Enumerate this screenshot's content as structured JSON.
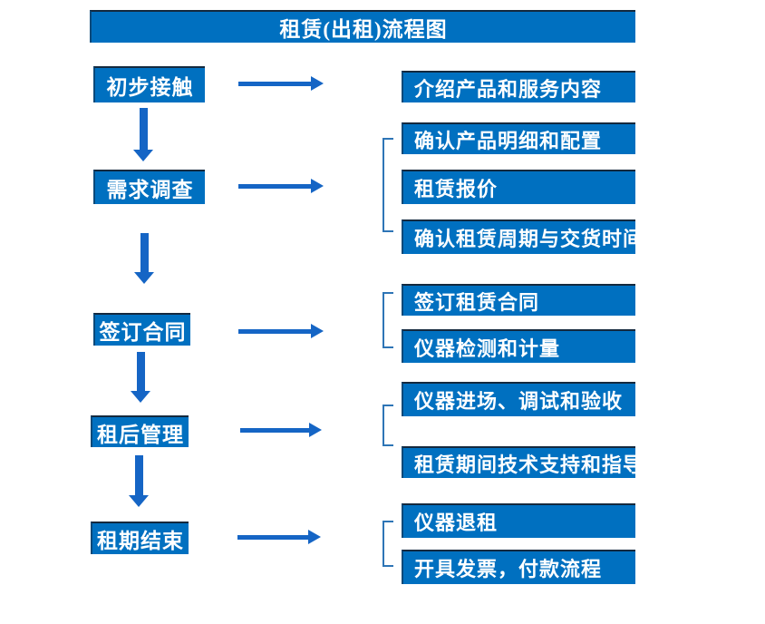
{
  "title": "租赁(出租)流程图",
  "colors": {
    "page_bg": "#FFFFFF",
    "box_fill": "#0070C0",
    "box_edge": "#14293E",
    "box_text": "#FFFFFF",
    "arrow": "#1565C5",
    "bracket": "#2E75B6"
  },
  "flow": {
    "rows": [
      {
        "step": "初步接触",
        "details": [
          "介绍产品和服务内容"
        ]
      },
      {
        "step": "需求调查",
        "details": [
          "确认产品明细和配置",
          "租赁报价",
          "确认租赁周期与交货时间"
        ]
      },
      {
        "step": "签订合同",
        "details": [
          "签订租赁合同",
          "仪器检测和计量"
        ]
      },
      {
        "step": "租后管理",
        "details": [
          "仪器进场、调试和验收",
          "租赁期间技术支持和指导"
        ]
      },
      {
        "step": "租期结束",
        "details": [
          "仪器退租",
          "开具发票，付款流程"
        ]
      }
    ]
  }
}
